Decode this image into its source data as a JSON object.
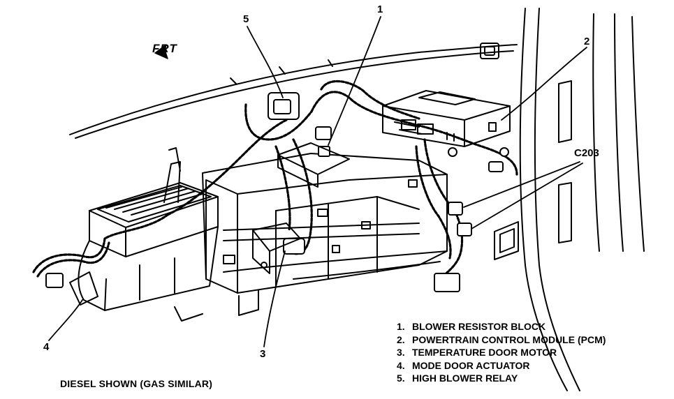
{
  "diagram": {
    "orientation_label": "FRT",
    "callouts": {
      "c1": "1",
      "c2": "2",
      "c3": "3",
      "c4": "4",
      "c5": "5",
      "connector": "C203"
    },
    "caption": "DIESEL SHOWN (GAS SIMILAR)",
    "legend": [
      {
        "num": "1.",
        "label": "BLOWER RESISTOR BLOCK"
      },
      {
        "num": "2.",
        "label": "POWERTRAIN CONTROL MODULE (PCM)"
      },
      {
        "num": "3.",
        "label": "TEMPERATURE DOOR MOTOR"
      },
      {
        "num": "4.",
        "label": "MODE DOOR ACTUATOR"
      },
      {
        "num": "5.",
        "label": "HIGH BLOWER RELAY"
      }
    ]
  }
}
